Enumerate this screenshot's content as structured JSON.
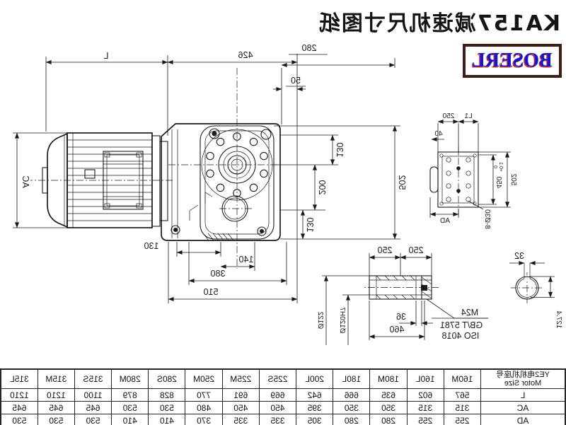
{
  "header": {
    "title": "KA157减速机尺寸图纸",
    "logo": "BOSERL"
  },
  "drawing": {
    "front": {
      "l": "L",
      "d426": "426",
      "d280": "280",
      "d50": "50",
      "d130_top": "130",
      "d200": "200",
      "d502": "502",
      "d130_bottom": "130",
      "d130_base": "130",
      "d140": "140",
      "d380": "380",
      "d510": "510",
      "ac": "AC"
    },
    "side": {
      "l1": "L1",
      "d250": "250",
      "d40": "40",
      "d502": "502",
      "d450": "450",
      "tol_plus": "+0.1",
      "tol_zero": "0",
      "holes": "8-Ø30",
      "ad": "AD"
    },
    "shaft": {
      "d250a": "250",
      "d250b": "250",
      "d36": "36",
      "d460": "460",
      "m24": "M24",
      "gbt": "GB/T 5781",
      "iso": "ISO 4018",
      "d122": "Ø122",
      "d120": "Ø120H7"
    },
    "section": {
      "d32": "32",
      "d127": "127.4"
    }
  },
  "table": {
    "header_title_cn": "YE2电机机座号",
    "header_title_en": "Motor Size",
    "columns": [
      "160M",
      "160L",
      "180M",
      "180L",
      "200L",
      "225S",
      "225M",
      "250M",
      "280S",
      "280M",
      "315S",
      "315M",
      "315L"
    ],
    "rows": [
      {
        "label": "L",
        "values": [
          "567",
          "602",
          "635",
          "666",
          "642",
          "669",
          "691",
          "770",
          "828",
          "879",
          "1100",
          "1210",
          "1210"
        ]
      },
      {
        "label": "AC",
        "values": [
          "315",
          "315",
          "350",
          "350",
          "395",
          "450",
          "450",
          "480",
          "530",
          "530",
          "645",
          "645",
          "645"
        ]
      },
      {
        "label": "AD",
        "values": [
          "255",
          "255",
          "280",
          "280",
          "305",
          "335",
          "335",
          "370",
          "410",
          "410",
          "530",
          "530",
          "530"
        ]
      }
    ]
  }
}
